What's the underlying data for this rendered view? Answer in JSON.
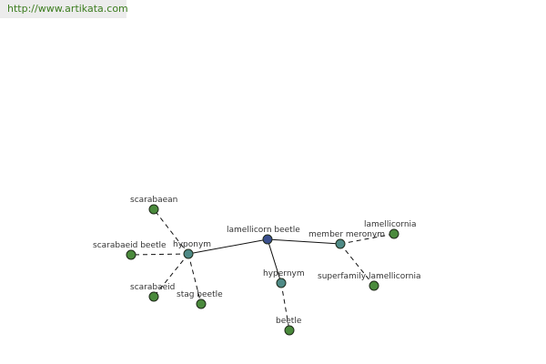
{
  "watermark": {
    "text": "http://www.artikata.com"
  },
  "graph": {
    "colors": {
      "center": "#3a4f8e",
      "relation": "#4e8a86",
      "term": "#4a8a3c"
    },
    "nodes": [
      {
        "id": "lamellicorn_beetle",
        "label": "lamellicorn beetle",
        "kind": "center"
      },
      {
        "id": "hyponym",
        "label": "hyponym",
        "kind": "relation"
      },
      {
        "id": "hypernym",
        "label": "hypernym",
        "kind": "relation"
      },
      {
        "id": "member_meronym",
        "label": "member meronym",
        "kind": "relation"
      },
      {
        "id": "scarabaean",
        "label": "scarabaean",
        "kind": "term"
      },
      {
        "id": "scarabaeid_beetle",
        "label": "scarabaeid beetle",
        "kind": "term"
      },
      {
        "id": "scarabaeid",
        "label": "scarabaeid",
        "kind": "term"
      },
      {
        "id": "stag_beetle",
        "label": "stag beetle",
        "kind": "term"
      },
      {
        "id": "beetle",
        "label": "beetle",
        "kind": "term"
      },
      {
        "id": "lamellicornia",
        "label": "lamellicornia",
        "kind": "term"
      },
      {
        "id": "superfamily_lamellicornia",
        "label": "superfamily lamellicornia",
        "kind": "term"
      }
    ],
    "edges": [
      {
        "from": "lamellicorn_beetle",
        "to": "hyponym",
        "style": "solid"
      },
      {
        "from": "lamellicorn_beetle",
        "to": "hypernym",
        "style": "solid"
      },
      {
        "from": "lamellicorn_beetle",
        "to": "member_meronym",
        "style": "solid"
      },
      {
        "from": "hyponym",
        "to": "scarabaean",
        "style": "dashed"
      },
      {
        "from": "hyponym",
        "to": "scarabaeid_beetle",
        "style": "dashed"
      },
      {
        "from": "hyponym",
        "to": "scarabaeid",
        "style": "dashed"
      },
      {
        "from": "hyponym",
        "to": "stag_beetle",
        "style": "dashed"
      },
      {
        "from": "hypernym",
        "to": "beetle",
        "style": "dashed"
      },
      {
        "from": "member_meronym",
        "to": "lamellicornia",
        "style": "dashed"
      },
      {
        "from": "member_meronym",
        "to": "superfamily_lamellicornia",
        "style": "dashed"
      }
    ]
  }
}
